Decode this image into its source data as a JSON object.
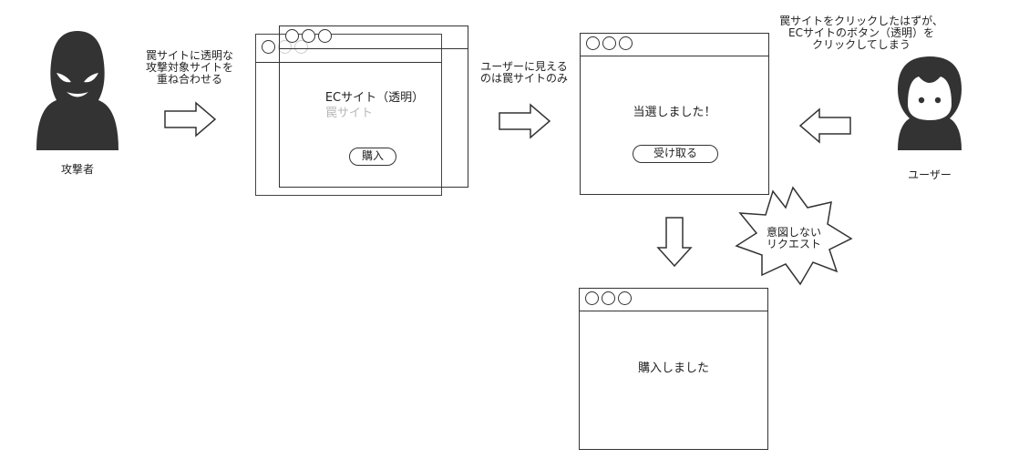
{
  "attacker": {
    "label": "攻撃者",
    "note_lines": [
      "罠サイトに透明な",
      "攻撃対象サイトを",
      "重ね合わせる"
    ]
  },
  "ec_window": {
    "title": "ECサイト（透明）",
    "subtitle": "罠サイト",
    "button_label": "購入"
  },
  "trap_note_lines": [
    "ユーザーに見える",
    "のは罠サイトのみ"
  ],
  "prize_window": {
    "message": "当選しました！",
    "button_label": "受け取る"
  },
  "user": {
    "label": "ユーザー",
    "note_lines": [
      "罠サイトをクリックしたはずが、",
      "ECサイトのボタン（透明）を",
      "クリックしてしまう"
    ]
  },
  "burst_lines": [
    "意図しない",
    "リクエスト"
  ],
  "purchase_window": {
    "message": "購入しました"
  },
  "colors": {
    "line": "#333333",
    "figure": "#333333",
    "faded_text": "#b8b8b8"
  },
  "icons": [
    "attacker-icon",
    "user-icon",
    "arrow-right-icon",
    "arrow-left-icon",
    "arrow-down-icon",
    "burst-icon",
    "window-dots-icon"
  ]
}
